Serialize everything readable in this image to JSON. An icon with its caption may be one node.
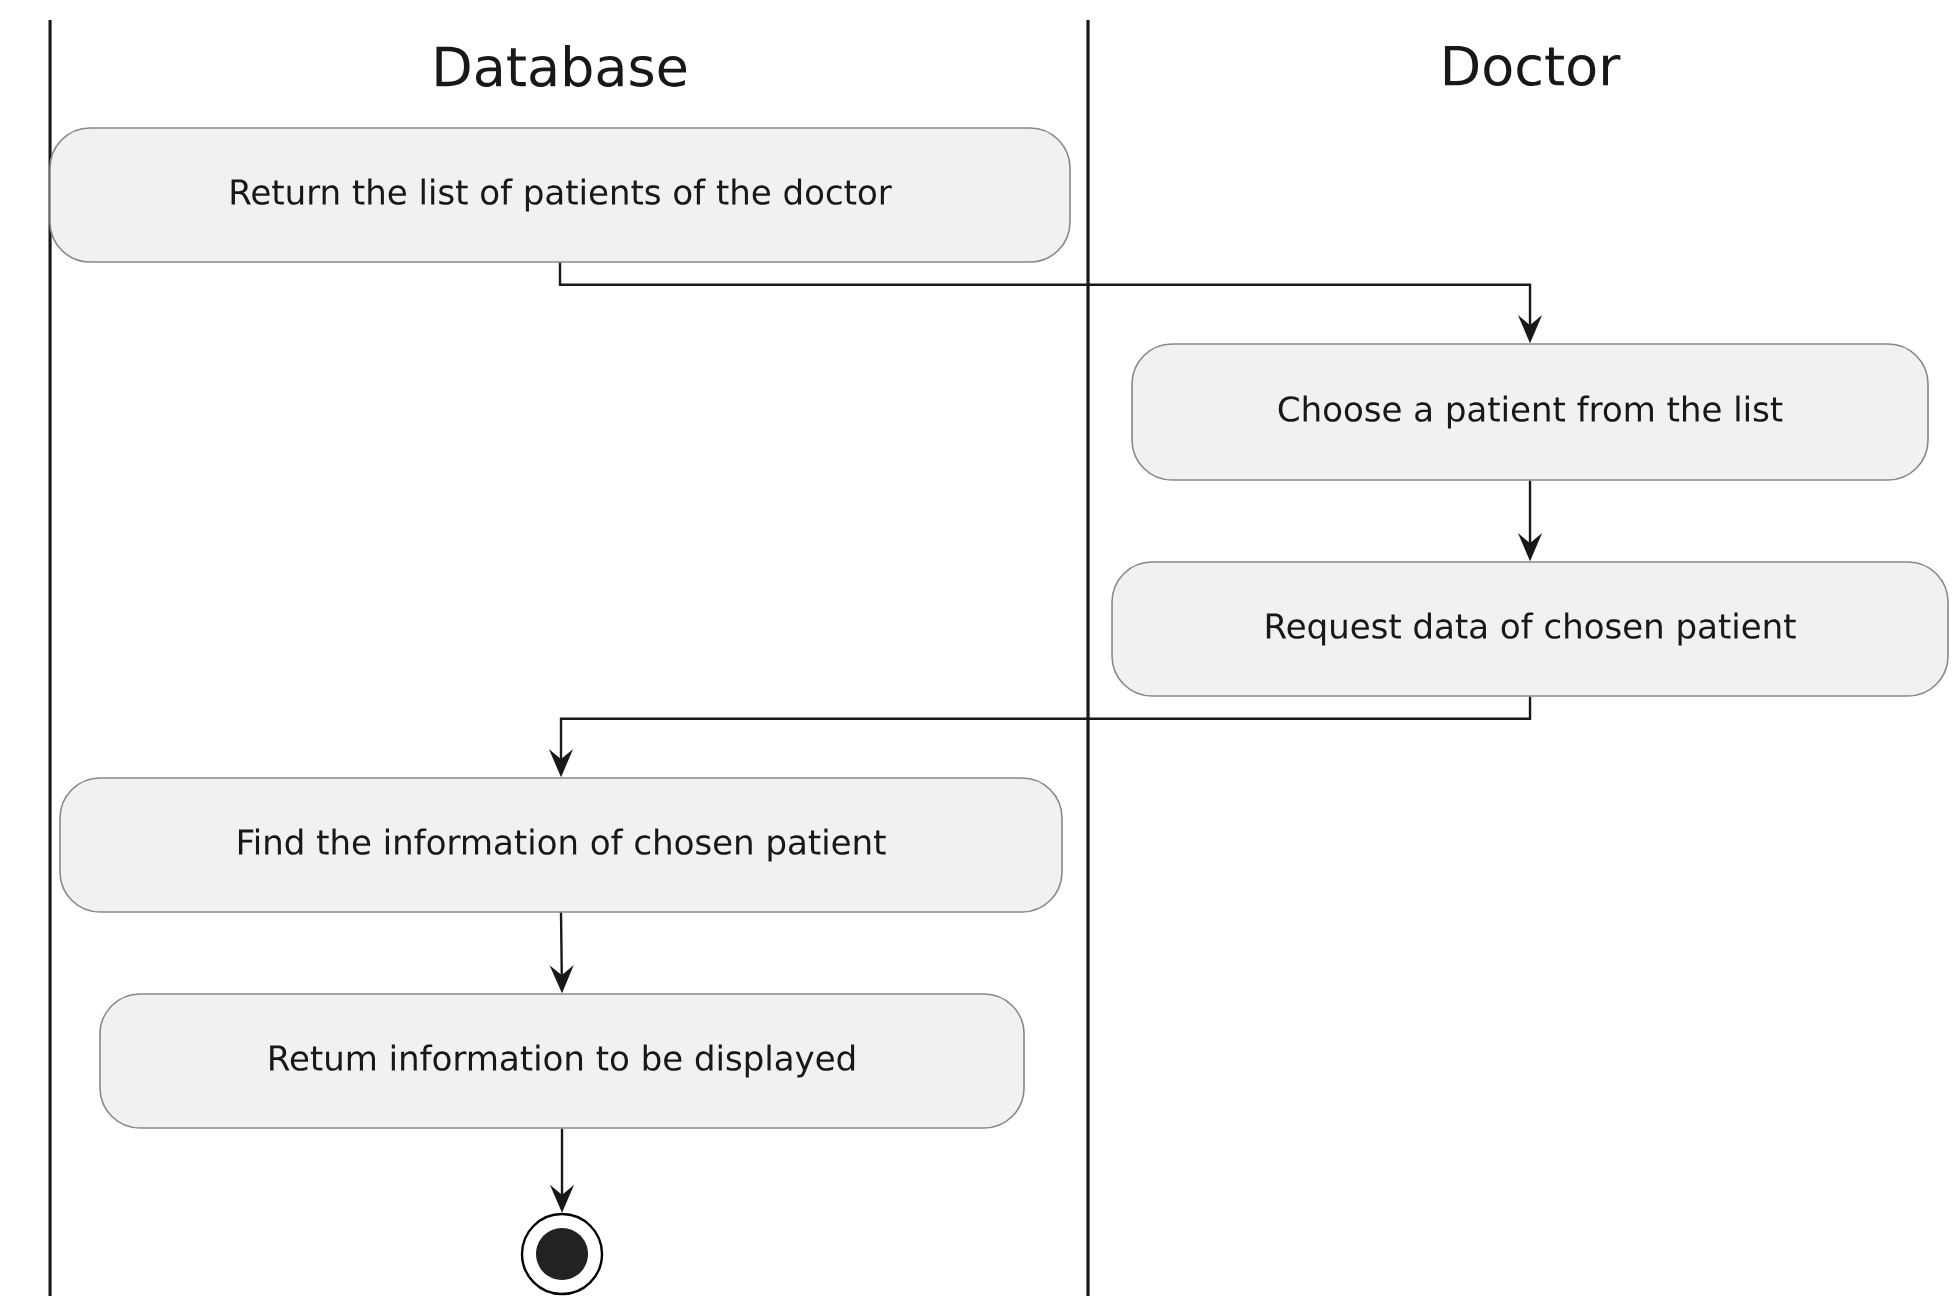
{
  "diagram": {
    "nodes": [
      {
        "text": [
          "Return the list of patients of the doctor"
        ]
      },
      {
        "text": [
          "Choose a patient from the list"
        ]
      },
      {
        "text": [
          "Request data of chosen patient"
        ]
      },
      {
        "text": [
          "Find the information of chosen patient"
        ]
      },
      {
        "text": [
          "Retum information to be displayed"
        ]
      },
      {
        "text": [],
        "shape": "circle"
      }
    ],
    "edges": [
      {
        "from": 0,
        "to": 1,
        "arrow": "to"
      },
      {
        "from": 1,
        "to": 2,
        "arrow": "to"
      },
      {
        "from": 2,
        "to": 3,
        "arrow": "to"
      },
      {
        "from": 3,
        "to": 4,
        "arrow": "to"
      },
      {
        "from": 4,
        "to": 5,
        "arrow": "to"
      }
    ],
    "labels": [
      "Database",
      "Doctor"
    ]
  }
}
